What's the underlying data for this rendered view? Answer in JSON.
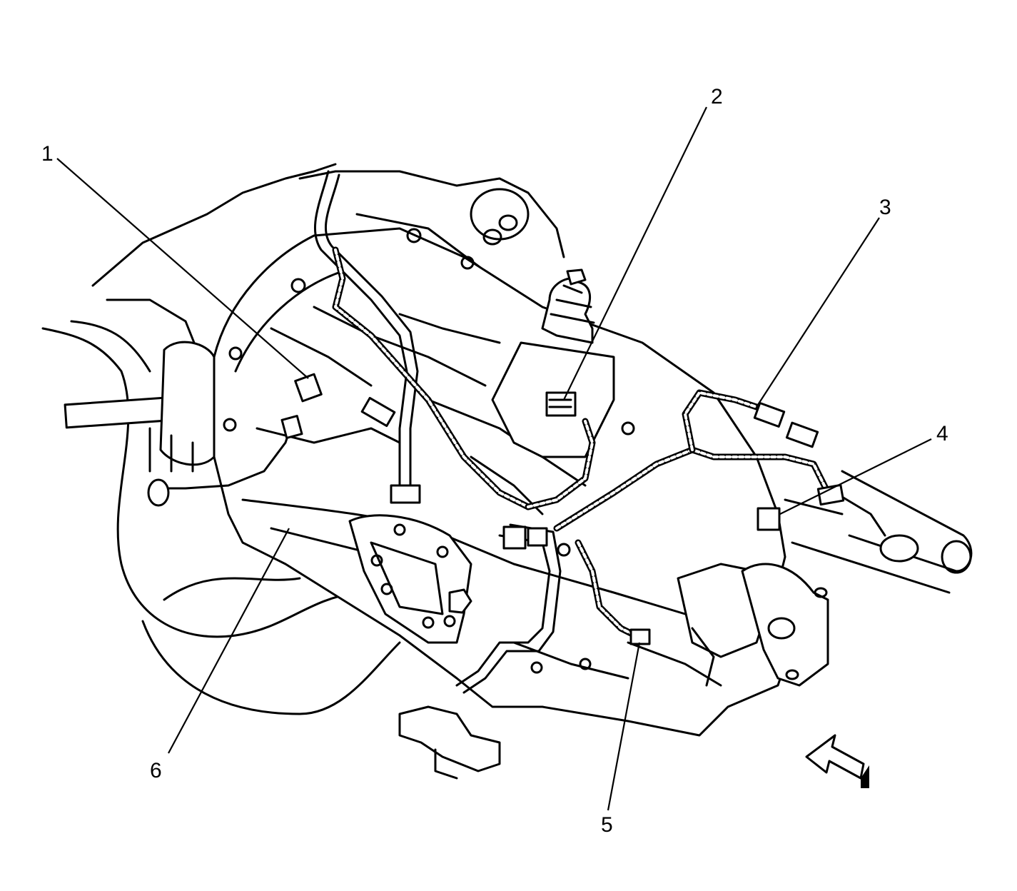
{
  "callouts": [
    {
      "id": "1",
      "label": "1"
    },
    {
      "id": "2",
      "label": "2"
    },
    {
      "id": "3",
      "label": "3"
    },
    {
      "id": "4",
      "label": "4"
    },
    {
      "id": "5",
      "label": "5"
    },
    {
      "id": "6",
      "label": "6"
    }
  ],
  "icons": {
    "view_direction": "view-direction-arrow-icon"
  },
  "colors": {
    "ink": "#000000",
    "paper": "#ffffff"
  }
}
